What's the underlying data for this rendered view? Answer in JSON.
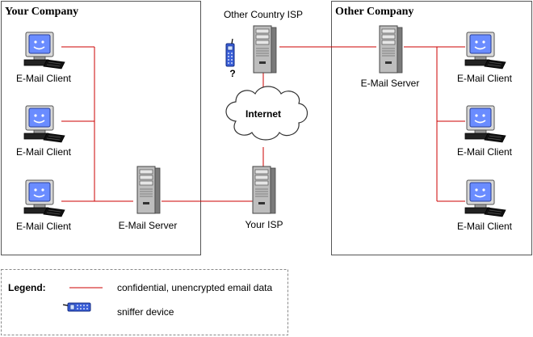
{
  "regions": {
    "your_company": "Your Company",
    "other_company": "Other Company"
  },
  "nodes": {
    "client_1": "E-Mail Client",
    "client_2": "E-Mail Client",
    "client_3": "E-Mail Client",
    "your_server": "E-Mail Server",
    "your_isp": "Your ISP",
    "other_isp": "Other Country ISP",
    "internet": "Internet",
    "other_server": "E-Mail Server",
    "other_client_1": "E-Mail Client",
    "other_client_2": "E-Mail Client",
    "other_client_3": "E-Mail Client",
    "sniffer_unknown": "?"
  },
  "legend": {
    "title": "Legend:",
    "line_label": "confidential, unencrypted email data",
    "device_label": "sniffer device"
  },
  "colors": {
    "data_line": "#cc0000",
    "monitor_screen": "#6a8cff",
    "sniffer": "#3a5fd8"
  }
}
